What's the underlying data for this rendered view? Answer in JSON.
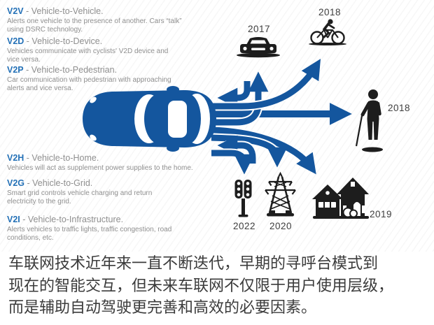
{
  "colors": {
    "arrow_car_blue": "#14569E",
    "label_blue": "#2471B7",
    "body_gray": "#8F8F8F",
    "icon_black": "#1D1D1D",
    "caption_gray": "#3B3B3B"
  },
  "legend": {
    "items": [
      {
        "code": "V2V",
        "name": " - Vehicle-to-Vehicle.",
        "desc": "Alerts one vehicle to the presence of another. Cars “talk”\nusing DSRC technology."
      },
      {
        "code": "V2D",
        "name": " - Vehicle-to-Device.",
        "desc": "Vehicles communicate with cyclists' V2D device and\nvice versa."
      },
      {
        "code": "V2P",
        "name": " - Vehicle-to-Pedestrian.",
        "desc": "Car communication with pedestrian with approaching\nalerts and vice versa."
      },
      {
        "code": "V2H",
        "name": " - Vehicle-to-Home.",
        "desc": "Vehicles will act as supplement power supplies to the home."
      },
      {
        "code": "V2G",
        "name": " - Vehicle-to-Grid.",
        "desc": "Smart grid controls vehicle charging and return\nelectricity to the grid."
      },
      {
        "code": "V2I",
        "name": " - Vehicle-to-Infrastructure.",
        "desc": "Alerts vehicles to traffic lights, traffic congestion, road\nconditions, etc."
      }
    ]
  },
  "diagram": {
    "center_node": "connected-car",
    "nodes": [
      {
        "id": "vehicle",
        "icon": "car-icon",
        "year": "2017"
      },
      {
        "id": "cyclist",
        "icon": "cyclist-icon",
        "year": "2018"
      },
      {
        "id": "pedestrian",
        "icon": "pedestrian-with-cane-icon",
        "year": "2018"
      },
      {
        "id": "traffic-light",
        "icon": "traffic-light-icon",
        "year": "2022"
      },
      {
        "id": "power-grid",
        "icon": "transmission-tower-icon",
        "year": "2020"
      },
      {
        "id": "home",
        "icon": "houses-icon",
        "year": "2019"
      }
    ]
  },
  "caption": {
    "text": "车联网技术近年来一直不断迭代，早期的寻呼台模式到\n现在的智能交互，但未来车联网不仅限于用户使用层级，\n而是辅助自动驾驶更完善和高效的必要因素。"
  }
}
